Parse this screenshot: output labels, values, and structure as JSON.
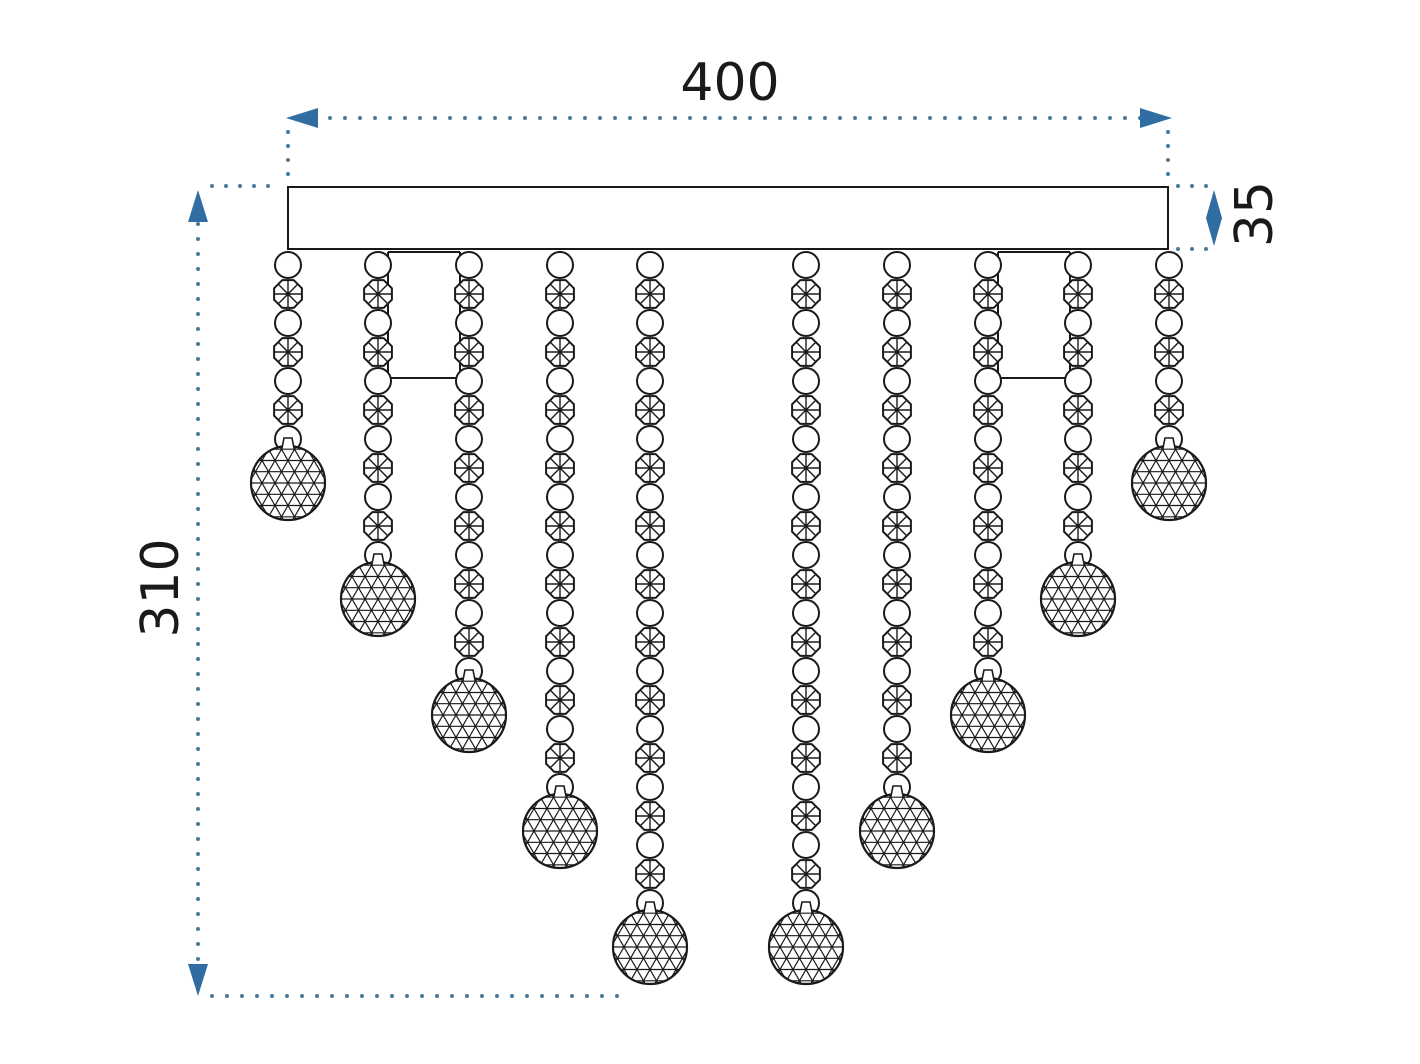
{
  "dimensions": {
    "width_label": "400",
    "body_height_label": "35",
    "total_height_label": "310"
  },
  "colors": {
    "line": "#1a1a1a",
    "dimension_dots": "#4a7a9a",
    "arrow": "#2f6da3",
    "background": "#ffffff"
  },
  "strands": {
    "count": 10
  }
}
